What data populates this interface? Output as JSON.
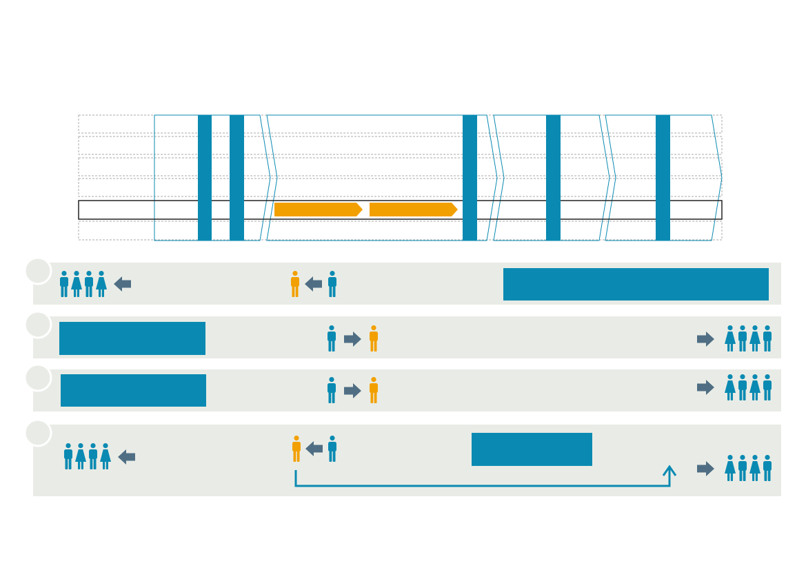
{
  "colors": {
    "teal": "#0a8ab2",
    "orange": "#f2a000",
    "arrow_gray": "#4f6e84",
    "row_bg": "#e9ece6",
    "grid_line": "#a9a9a9",
    "highlight_border": "#222222"
  },
  "timeline": {
    "lanes": 6,
    "highlighted_lane": 5,
    "phases": 5,
    "milestone_bars": 5,
    "orange_process_arrows": 2
  },
  "rows": [
    {
      "id": 1,
      "group_left": "pictogram-group-of-four",
      "left_arrow": "arrow-left-icon",
      "transfer": "orange-from-teal",
      "has_teal_box": true
    },
    {
      "id": 2,
      "has_teal_box": true,
      "transfer": "teal-to-orange",
      "right_arrow": "arrow-right-icon",
      "group_right": "pictogram-group-of-four"
    },
    {
      "id": 3,
      "has_teal_box": true,
      "transfer": "teal-to-orange",
      "right_arrow": "arrow-right-icon",
      "group_right": "pictogram-group-of-four"
    },
    {
      "id": 4,
      "group_left": "pictogram-group-of-four",
      "left_arrow": "arrow-left-icon",
      "transfer": "orange-from-teal",
      "has_teal_box": true,
      "feedback_connector": true,
      "right_arrow": "arrow-right-icon",
      "group_right": "pictogram-group-of-four"
    }
  ]
}
